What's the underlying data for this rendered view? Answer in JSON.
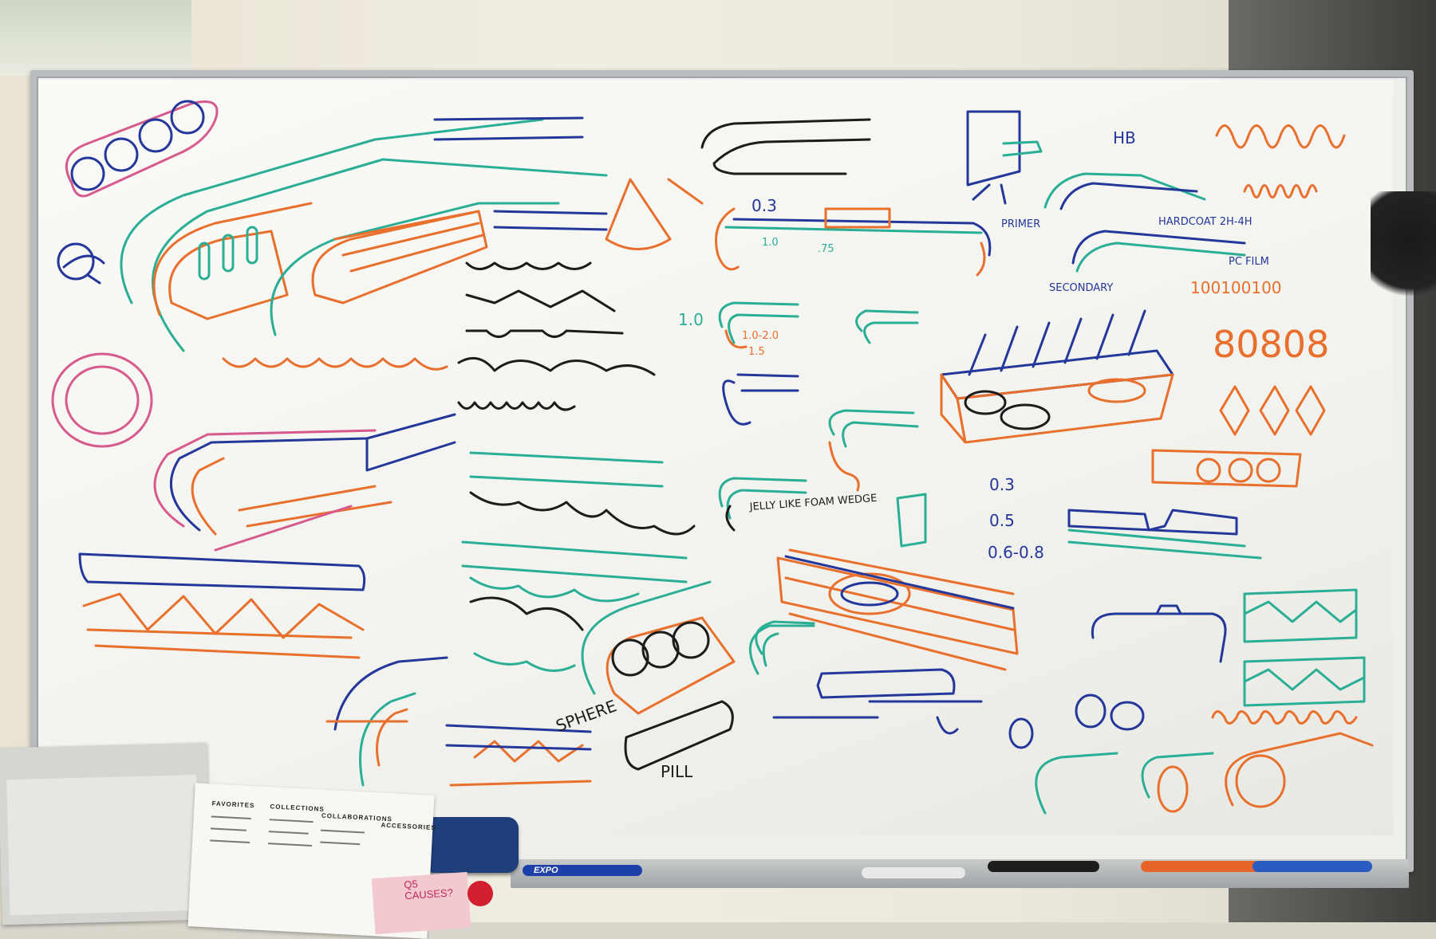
{
  "scene": {
    "board_notes": {
      "n03_top": "0.3",
      "n10": "1.0",
      "n75": ".75",
      "hb": "HB",
      "primer": "PRIMER",
      "hardcoat": "HARDCOAT 2H-4H",
      "pc_film": "PC FILM",
      "secondary": "SECONDARY",
      "binary": "100100100",
      "digits": "80808",
      "n10_left": "1.0",
      "n1020": "1.0-2.0",
      "n15": "1.5",
      "jelly": "JELLY LIKE FOAM WEDGE",
      "n03": "0.3",
      "n05": "0.5",
      "n0608": "0.6-0.8",
      "sphere": "SPHERE",
      "pill": "PILL"
    },
    "sticky_note": "Q5\nCAUSES?",
    "paper_list_headings": [
      "FAVORITES",
      "COLLECTIONS",
      "COLLABORATIONS",
      "ACCESSORIES"
    ],
    "marker_brand": "EXPO",
    "colors": {
      "orange": "#e96f2c",
      "teal": "#2aae96",
      "blue": "#24379a",
      "pink": "#d65a8e",
      "black": "#1c1c1c"
    }
  }
}
